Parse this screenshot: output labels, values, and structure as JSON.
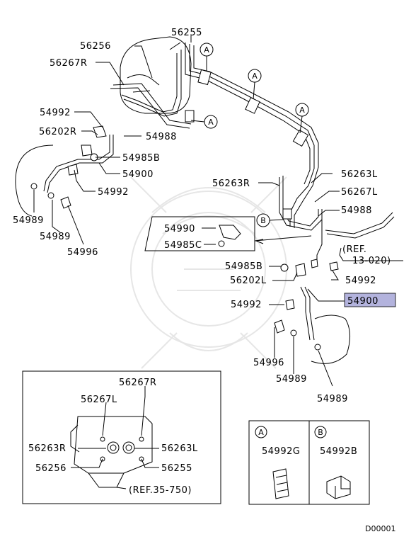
{
  "parts": {
    "p56255": "56255",
    "p56256": "56256",
    "p56267R": "56267R",
    "p54992_a": "54992",
    "p56202R": "56202R",
    "p54988_a": "54988",
    "p54985B_a": "54985B",
    "p54900_a": "54900",
    "p54992_b": "54992",
    "p54989_a": "54989",
    "p54989_b": "54989",
    "p54996_a": "54996",
    "p56263R": "56263R",
    "p56263L": "56263L",
    "p56267L": "56267L",
    "p54988_b": "54988",
    "p54990": "54990",
    "p54985C": "54985C",
    "p54985B_b": "54985B",
    "p56202L": "56202L",
    "p54992_c": "54992",
    "p54900_b": "54900",
    "p54992_d": "54992",
    "p54996_b": "54996",
    "p54989_c": "54989",
    "p54989_d": "54989"
  },
  "refs": {
    "ref_13_020_line1": "(REF.",
    "ref_13_020_line2": "13-020)",
    "ref_35_750": "(REF.35-750)"
  },
  "callouts": {
    "A": "A",
    "B": "B"
  },
  "inset": {
    "p56267R": "56267R",
    "p56267L": "56267L",
    "p56263R": "56263R",
    "p56263L": "56263L",
    "p56256": "56256",
    "p56255": "56255"
  },
  "legend": {
    "a_letter": "A",
    "b_letter": "B",
    "a_part": "54992G",
    "b_part": "54992B"
  },
  "diagram_code": "D00001",
  "colors": {
    "highlight": "#b3b3dd",
    "ink": "#000000"
  }
}
